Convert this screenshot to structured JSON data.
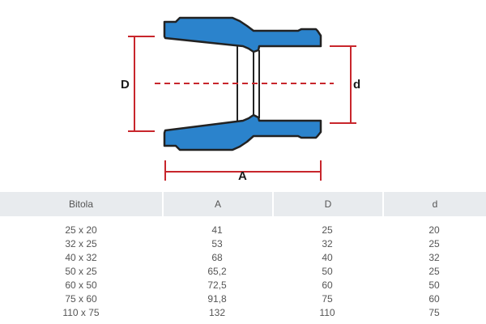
{
  "diagram": {
    "labels": {
      "outer_diameter": "D",
      "inner_diameter": "d",
      "length": "A"
    },
    "colors": {
      "body": "#2b83cc",
      "outline": "#222222",
      "dimension": "#c8262c"
    }
  },
  "table": {
    "headers": [
      "Bitola",
      "A",
      "D",
      "d"
    ],
    "rows": [
      [
        "25 x 20",
        "41",
        "25",
        "20"
      ],
      [
        "32 x 25",
        "53",
        "32",
        "25"
      ],
      [
        "40 x 32",
        "68",
        "40",
        "32"
      ],
      [
        "50 x 25",
        "65,2",
        "50",
        "25"
      ],
      [
        "60 x 50",
        "72,5",
        "60",
        "50"
      ],
      [
        "75 x 60",
        "91,8",
        "75",
        "60"
      ],
      [
        "110 x 75",
        "132",
        "110",
        "75"
      ]
    ],
    "colors": {
      "header_bg": "#e8ebee",
      "text": "#555555"
    }
  }
}
